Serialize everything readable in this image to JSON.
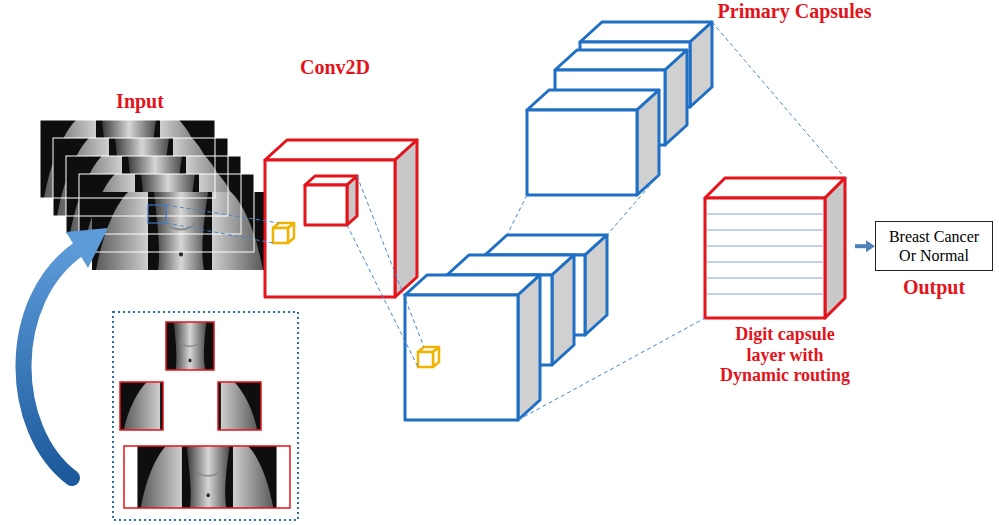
{
  "diagram": {
    "nodes": [
      {
        "text": [
          "Conv2D"
        ]
      },
      {
        "text": [
          "Primary Capsules"
        ]
      },
      {
        "text": [
          "Digit capsule layer with Dynamic routing"
        ]
      },
      {
        "text": [
          "Breast Cancer Or Normal",
          "Output"
        ]
      }
    ],
    "edges": [
      {
        "from": 2,
        "to": 3,
        "arrow": "to"
      }
    ],
    "labels": [
      "Input"
    ]
  }
}
